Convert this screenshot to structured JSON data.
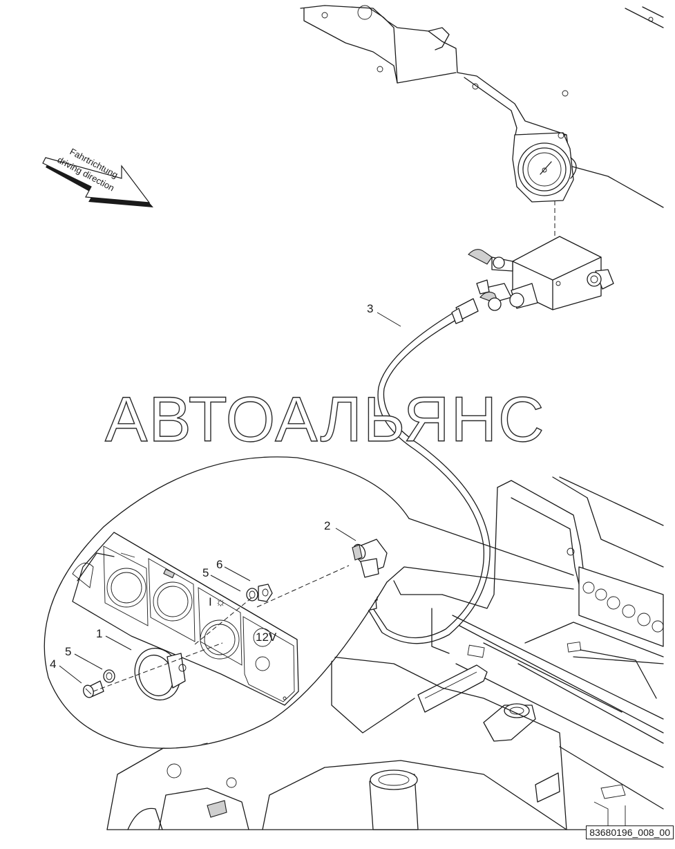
{
  "direction_arrow": {
    "line1": "Fahrtrichtung",
    "line2": "driving direction"
  },
  "watermark": "АВТОАЛЬЯНС",
  "callouts": {
    "c1": "1",
    "c2": "2",
    "c3": "3",
    "c4": "4",
    "c5a": "5",
    "c5b": "5",
    "c6": "6"
  },
  "panel_labels": {
    "socket_12v": "12V"
  },
  "drawing_ref": "83680196_008_00"
}
